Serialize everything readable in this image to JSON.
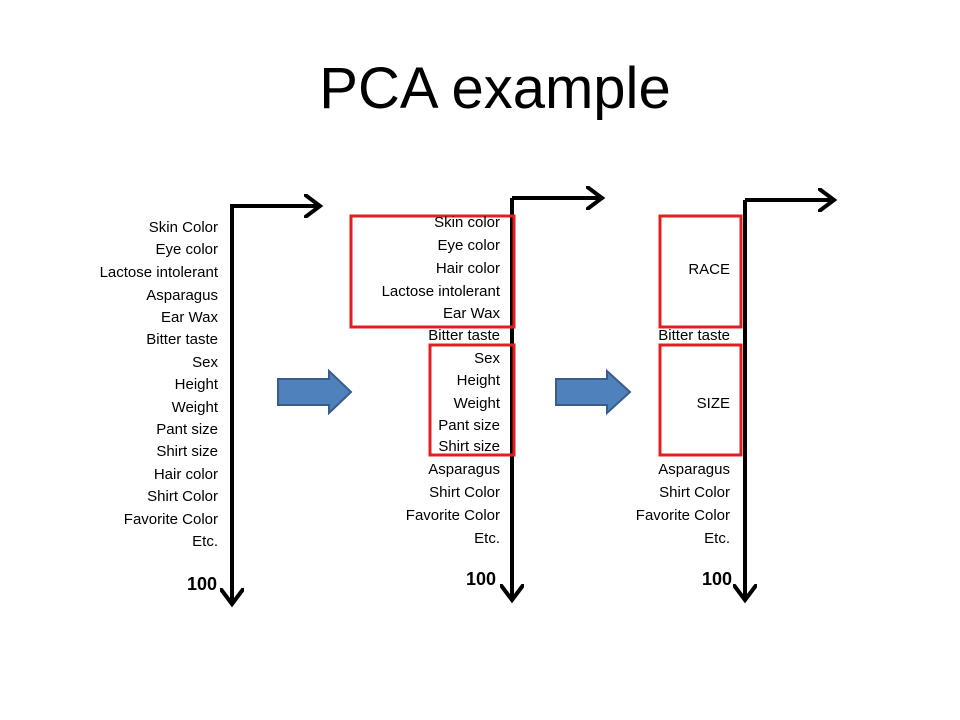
{
  "title": "PCA example",
  "colors": {
    "axis": "#000000",
    "box": "#e02020",
    "arrow_fill": "#4f81bd",
    "arrow_stroke": "#385d8a"
  },
  "columns": [
    {
      "items": [
        "Skin Color",
        "Eye color",
        "Lactose intolerant",
        "Asparagus",
        "Ear Wax",
        "Bitter taste",
        "Sex",
        "Height",
        "Weight",
        "Pant size",
        "Shirt size",
        "Hair color",
        "Shirt Color",
        "Favorite Color",
        "Etc."
      ],
      "count": "100"
    },
    {
      "items": [
        "Skin color",
        "Eye color",
        "Hair color",
        "Lactose intolerant",
        "Ear Wax",
        "Bitter taste",
        "Sex",
        "Height",
        "Weight",
        "Pant size",
        "Shirt size",
        "Asparagus",
        "Shirt Color",
        "Favorite Color",
        "Etc."
      ],
      "count": "100"
    },
    {
      "group1": "RACE",
      "mid": "Bitter taste",
      "group2": "SIZE",
      "items": [
        "Asparagus",
        "Shirt Color",
        "Favorite Color",
        "Etc."
      ],
      "count": "100"
    }
  ]
}
